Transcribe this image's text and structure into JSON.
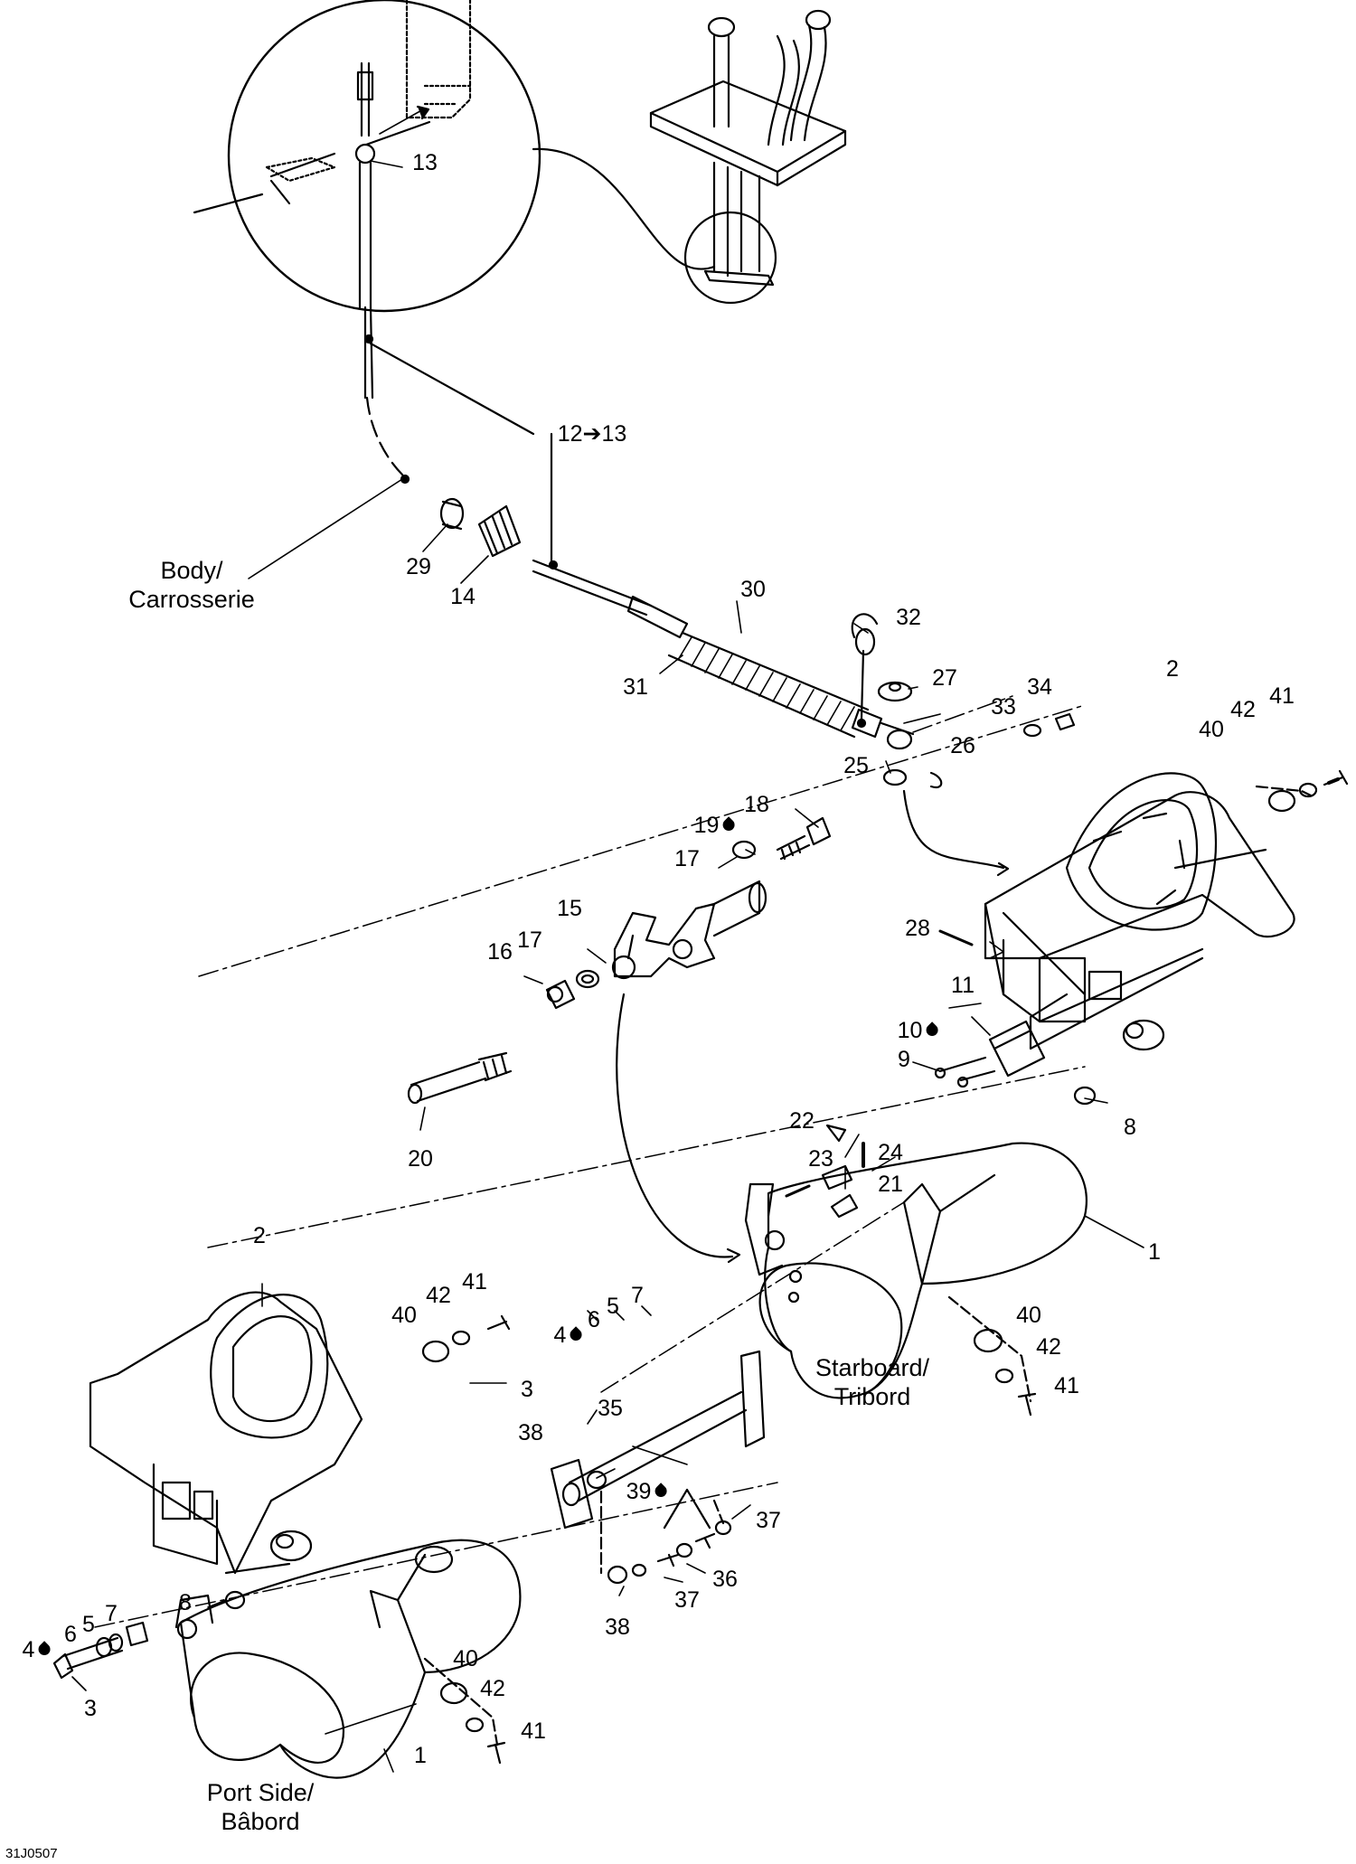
{
  "labels": [
    {
      "id": "13",
      "text": "13"
    },
    {
      "id": "12-13",
      "text": "12➔13"
    },
    {
      "id": "29",
      "text": "29"
    },
    {
      "id": "14",
      "text": "14"
    },
    {
      "id": "30",
      "text": "30"
    },
    {
      "id": "31",
      "text": "31"
    },
    {
      "id": "32",
      "text": "32"
    },
    {
      "id": "27",
      "text": "27"
    },
    {
      "id": "26",
      "text": "26"
    },
    {
      "id": "25",
      "text": "25"
    },
    {
      "id": "33",
      "text": "33"
    },
    {
      "id": "34",
      "text": "34"
    },
    {
      "id": "2a",
      "text": "2"
    },
    {
      "id": "40a",
      "text": "40"
    },
    {
      "id": "42a",
      "text": "42"
    },
    {
      "id": "41a",
      "text": "41"
    },
    {
      "id": "18",
      "text": "18"
    },
    {
      "id": "19",
      "text": "19"
    },
    {
      "id": "17a",
      "text": "17"
    },
    {
      "id": "15",
      "text": "15"
    },
    {
      "id": "17b",
      "text": "17"
    },
    {
      "id": "16",
      "text": "16"
    },
    {
      "id": "28",
      "text": "28"
    },
    {
      "id": "11",
      "text": "11"
    },
    {
      "id": "10",
      "text": "10"
    },
    {
      "id": "9",
      "text": "9"
    },
    {
      "id": "20",
      "text": "20"
    },
    {
      "id": "8a",
      "text": "8"
    },
    {
      "id": "22",
      "text": "22"
    },
    {
      "id": "24",
      "text": "24"
    },
    {
      "id": "23",
      "text": "23"
    },
    {
      "id": "21",
      "text": "21"
    },
    {
      "id": "1a",
      "text": "1"
    },
    {
      "id": "2b",
      "text": "2"
    },
    {
      "id": "40b",
      "text": "40"
    },
    {
      "id": "42b",
      "text": "42"
    },
    {
      "id": "41b",
      "text": "41"
    },
    {
      "id": "4a",
      "text": "4"
    },
    {
      "id": "6a",
      "text": "6"
    },
    {
      "id": "5a",
      "text": "5"
    },
    {
      "id": "7a",
      "text": "7"
    },
    {
      "id": "3a",
      "text": "3"
    },
    {
      "id": "35",
      "text": "35"
    },
    {
      "id": "40c",
      "text": "40"
    },
    {
      "id": "42c",
      "text": "42"
    },
    {
      "id": "41c",
      "text": "41"
    },
    {
      "id": "38a",
      "text": "38"
    },
    {
      "id": "39",
      "text": "39"
    },
    {
      "id": "37a",
      "text": "37"
    },
    {
      "id": "36",
      "text": "36"
    },
    {
      "id": "37b",
      "text": "37"
    },
    {
      "id": "38b",
      "text": "38"
    },
    {
      "id": "8b",
      "text": "8"
    },
    {
      "id": "4b",
      "text": "4"
    },
    {
      "id": "6b",
      "text": "6"
    },
    {
      "id": "5b",
      "text": "5"
    },
    {
      "id": "7b",
      "text": "7"
    },
    {
      "id": "3b",
      "text": "3"
    },
    {
      "id": "40d",
      "text": "40"
    },
    {
      "id": "42d",
      "text": "42"
    },
    {
      "id": "41d",
      "text": "41"
    },
    {
      "id": "1b",
      "text": "1"
    }
  ],
  "captions": {
    "body_line1": "Body/",
    "body_line2": "Carrosserie",
    "starboard_line1": "Starboard/",
    "starboard_line2": "Tribord",
    "port_line1": "Port Side/",
    "port_line2": "Bâbord"
  },
  "drawing_code": "31J0507",
  "icons": {
    "lubricant": "oil-drop-icon"
  },
  "colors": {
    "ink": "#000000",
    "background": "#ffffff"
  }
}
